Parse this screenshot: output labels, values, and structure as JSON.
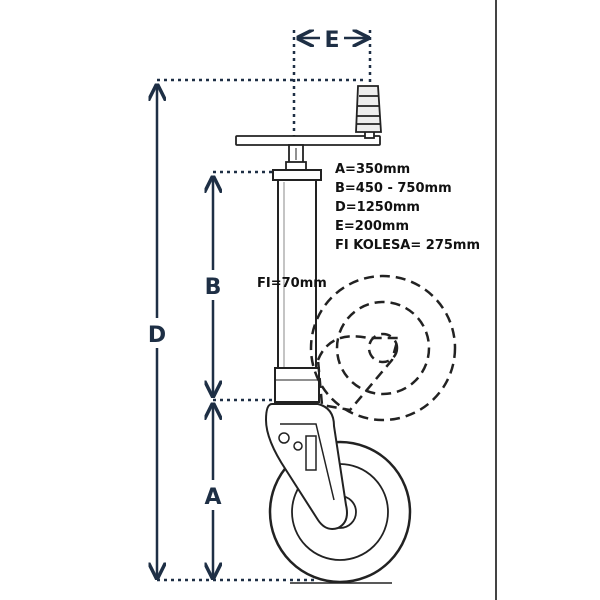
{
  "dimensions": {
    "A": "A",
    "B": "B",
    "D": "D",
    "E": "E"
  },
  "specs": [
    "A=350mm",
    "B=450 - 750mm",
    "D=1250mm",
    "E=200mm",
    "FI KOLESA= 275mm"
  ],
  "tube_diameter_label": "FI=70mm",
  "colors": {
    "dimension": "#1e2f45",
    "line": "#222222",
    "frame": "#444444"
  }
}
